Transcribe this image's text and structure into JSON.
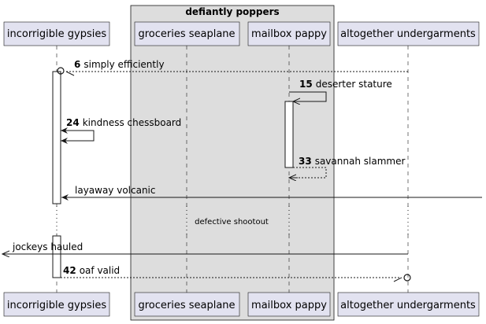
{
  "group": {
    "title": "defiantly poppers"
  },
  "participants": {
    "p1": "incorrigible gypsies",
    "p2": "groceries seaplane",
    "p3": "mailbox pappy",
    "p4": "altogether undergarments"
  },
  "messages": [
    {
      "num": "6",
      "text": "simply efficiently"
    },
    {
      "num": "15",
      "text": "deserter stature"
    },
    {
      "num": "24",
      "text": "kindness chessboard"
    },
    {
      "num": "33",
      "text": "savannah slammer"
    },
    {
      "num": "",
      "text": "layaway volcanic"
    },
    {
      "num": "",
      "text": "jockeys hauled"
    },
    {
      "num": "42",
      "text": "oaf valid"
    }
  ],
  "delay": {
    "text": "defective shootout"
  }
}
